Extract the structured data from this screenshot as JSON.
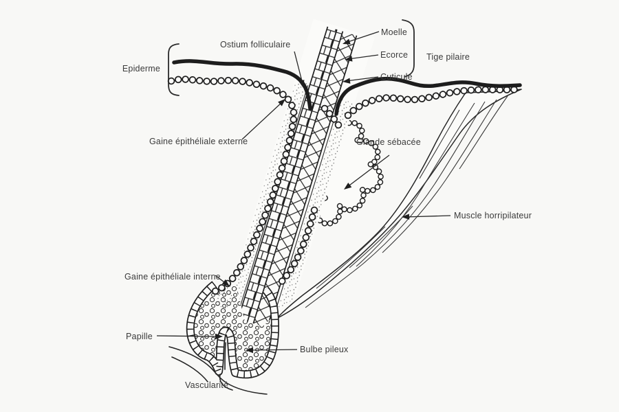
{
  "colors": {
    "background": "#f8f8f6",
    "ink": "#1f1f1f",
    "label_text": "#3a3a3a"
  },
  "labels": {
    "epiderme": "Epiderme",
    "ostium": "Ostium folliculaire",
    "moelle": "Moelle",
    "ecorce": "Ecorce",
    "cuticule": "Cuticule",
    "tige_pilaire": "Tige pilaire",
    "gaine_externe": "Gaine épithéliale externe",
    "glande_sebacee": "Glande sébacée",
    "muscle": "Muscle horripilateur",
    "gaine_interne": "Gaine épithéliale interne",
    "papille": "Papille",
    "bulbe": "Bulbe pileux",
    "vascularite": "Vascularité"
  }
}
